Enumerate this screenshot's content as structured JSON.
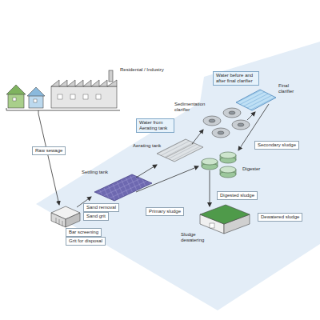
{
  "diagram": {
    "nodes": [
      {
        "text": [
          "Water before and after final clarifier"
        ]
      },
      {
        "text": [
          "Water from Aerating tank"
        ]
      },
      {
        "text": [
          "Secondary sludge"
        ]
      },
      {
        "text": [
          "Raw sewage"
        ]
      },
      {
        "text": [
          "Digested sludge"
        ]
      },
      {
        "text": [
          "Sand removal"
        ]
      },
      {
        "text": [
          "Sand grit"
        ]
      },
      {
        "text": [
          "Primary sludge"
        ]
      },
      {
        "text": [
          "Dewatered sludge"
        ]
      },
      {
        "text": [
          "Bar screening"
        ]
      },
      {
        "text": [
          "Grit for disposal"
        ]
      }
    ],
    "labels": [
      "Residental / Industry",
      "Final clarifier",
      "Sedimentation clarifier",
      "Aerating tank",
      "Digester",
      "Settling tank",
      "Sludge dewatering"
    ]
  }
}
